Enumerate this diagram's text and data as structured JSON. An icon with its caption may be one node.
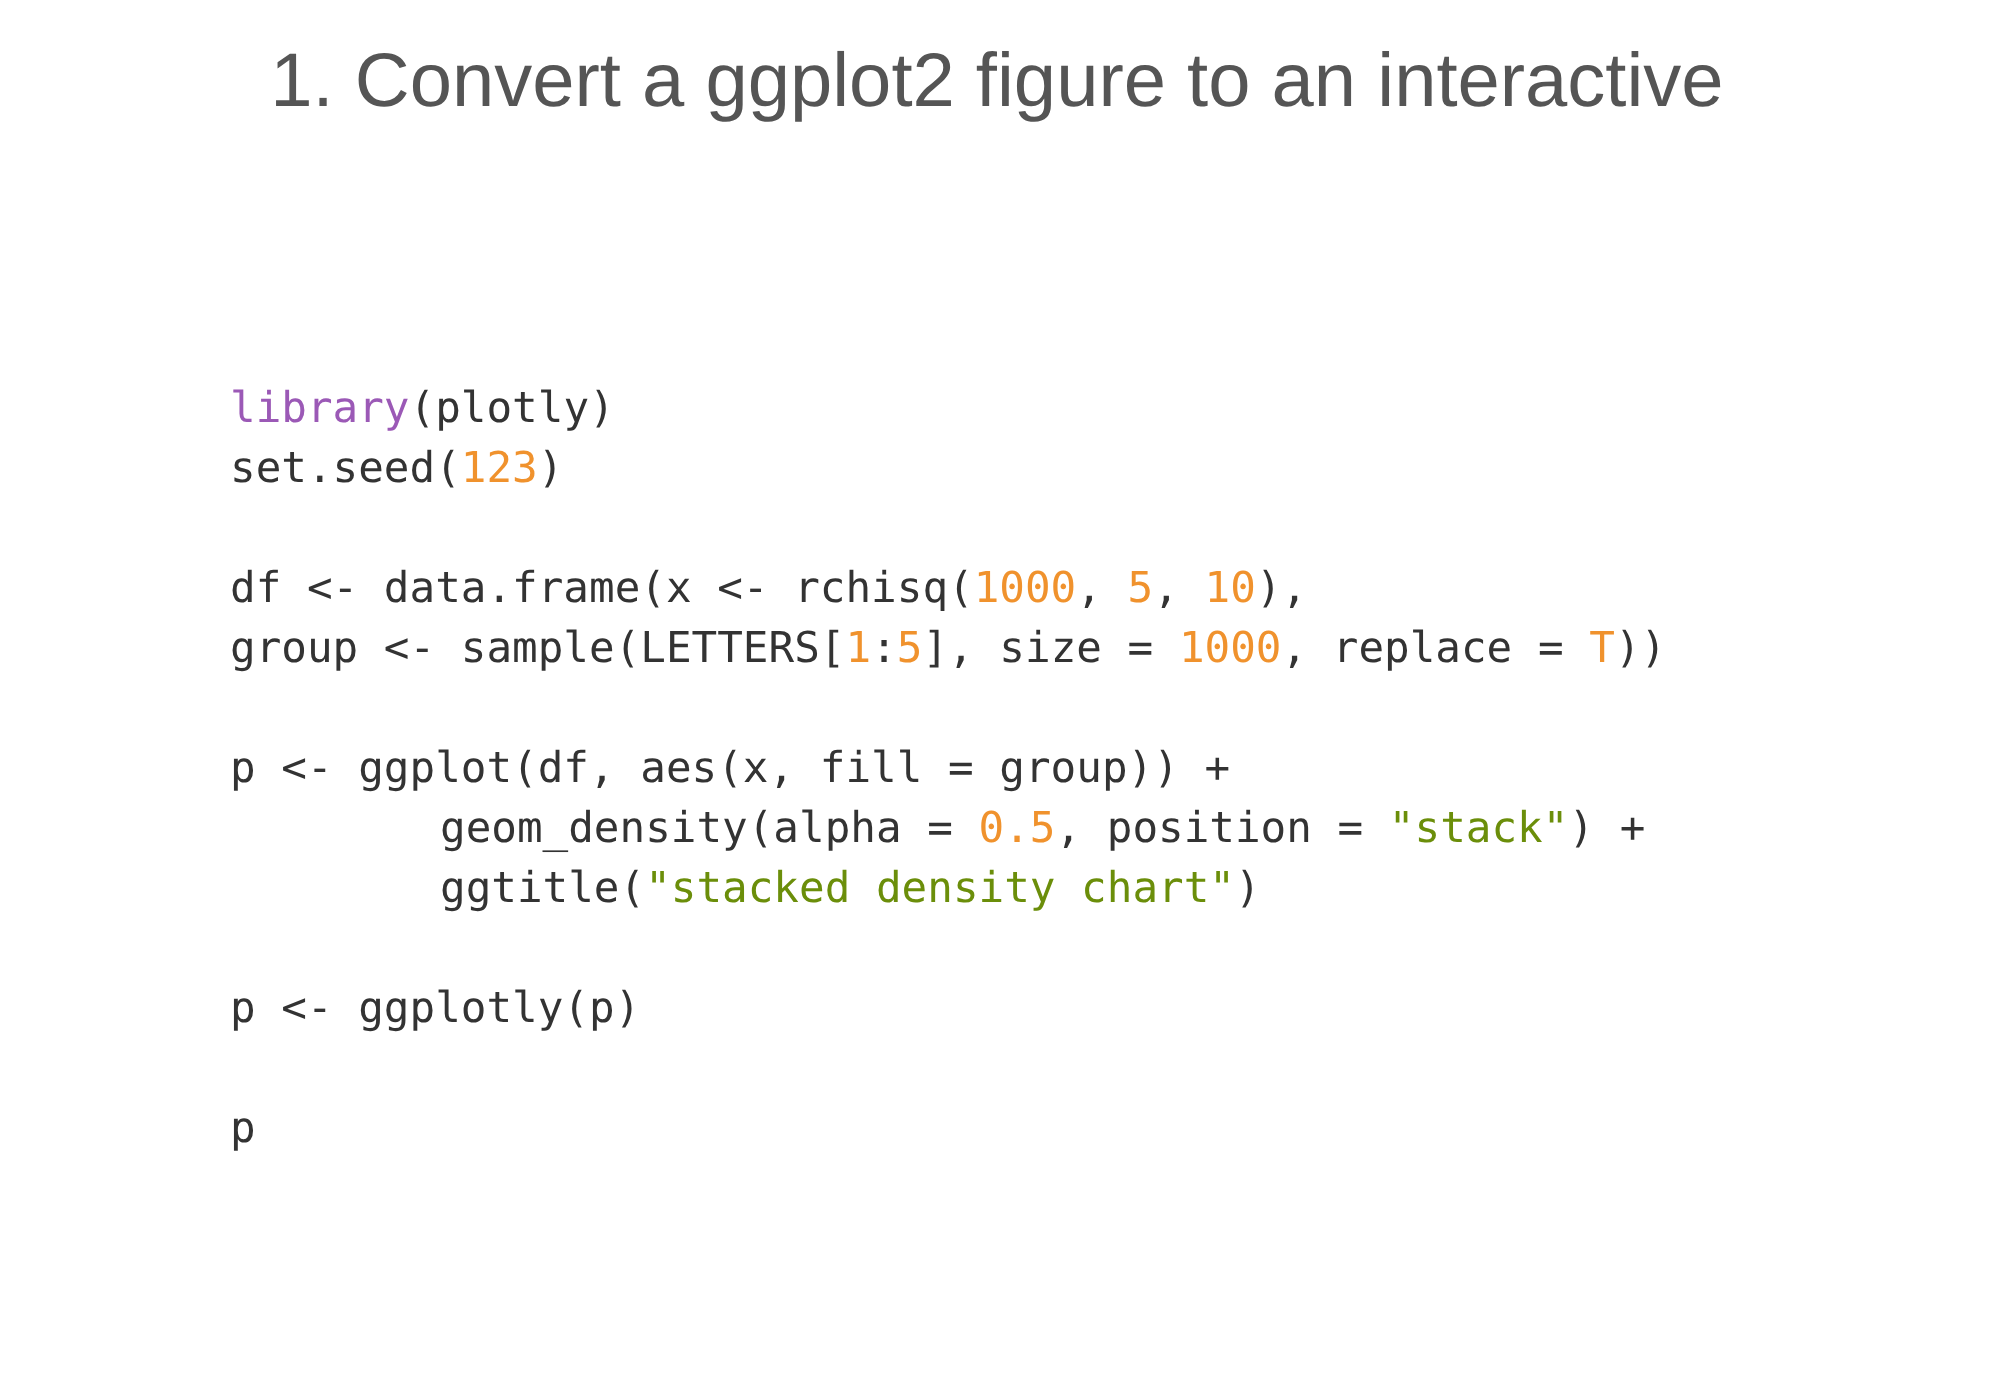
{
  "diagram": {
    "title": "1. Convert a ggplot2 figure to an interactive",
    "labels": [
      "library(plotly)",
      "set.seed(123)",
      "df <- data.frame(x <- rchisq(1000, 5, 10),",
      "group <- sample(LETTERS[1:5], size = 1000, replace = T))",
      "p <- ggplot(df, aes(x, fill = group)) +",
      "geom_density(alpha = 0.5, position = \"stack\") +",
      "ggtitle(\"stacked density chart\")",
      "p <- ggplotly(p)",
      "p"
    ]
  }
}
